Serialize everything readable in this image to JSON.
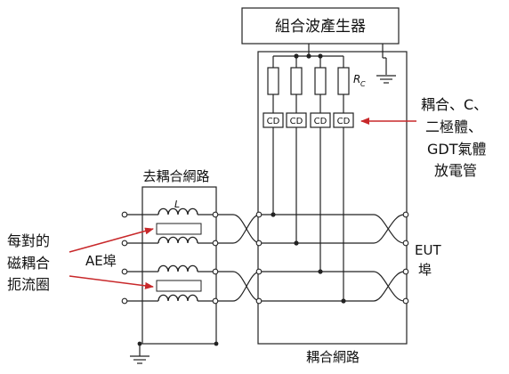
{
  "generator_label": "組合波產生器",
  "rc_label": "R",
  "rc_sub": "C",
  "cd_label": "CD",
  "annotation_right": [
    "耦合、C、",
    "二極體、",
    "GDT氣體",
    "放電管"
  ],
  "decoupling_label": "去耦合網路",
  "inductor_label": "L",
  "annotation_left": [
    "每對的",
    "磁耦合",
    "扼流圈"
  ],
  "ae_port_label": "AE埠",
  "eut_port_label": [
    "EUT",
    "埠"
  ],
  "coupling_label": "耦合網路",
  "colors": {
    "annotation_arrow": "#c8282a",
    "line": "#222222"
  }
}
